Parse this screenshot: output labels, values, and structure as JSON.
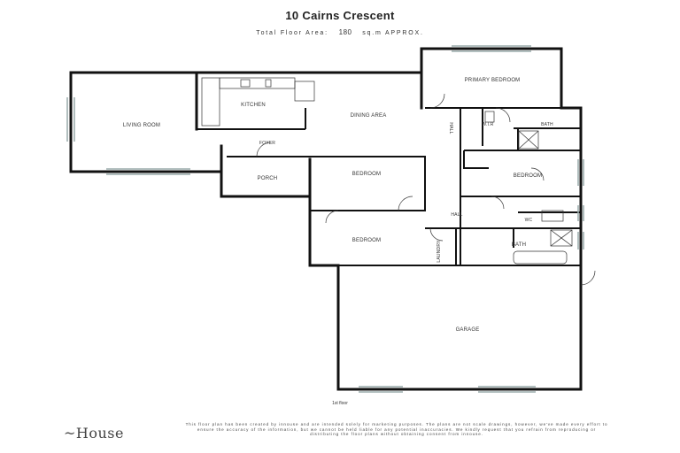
{
  "header": {
    "address": "10 Cairns Crescent",
    "area_label": "Total Floor Area:",
    "area_value": "180",
    "area_unit": "sq.m APPROX."
  },
  "rooms": {
    "living": "LIVING ROOM",
    "kitchen": "KITCHEN",
    "dining": "DINING AREA",
    "primary_bedroom": "PRIMARY BEDROOM",
    "wir": "W.I.R",
    "bath_top": "BATH",
    "hall_top": "HALL",
    "foyer": "FOYER",
    "porch": "PORCH",
    "bedroom_mid": "BEDROOM",
    "bedroom_right": "BEDROOM",
    "hall_center": "HALL",
    "wc": "WC",
    "bedroom_lower": "BEDROOM",
    "laundry": "LAUNDRY",
    "bath_lower": "BATH",
    "garage": "GARAGE"
  },
  "floor_label": "1st floor",
  "footer": {
    "logo": "~House",
    "disclaimer": "This floor plan has been created by innouse and are intended solely for marketing purposes. The plans are not scale drawings, however, we've made every effort to ensure the accuracy of the information, but we cannot be held liable for any potential inaccuracies. We kindly request that you refrain from reproducing or distributing the floor plans without obtaining consent from innouse."
  }
}
